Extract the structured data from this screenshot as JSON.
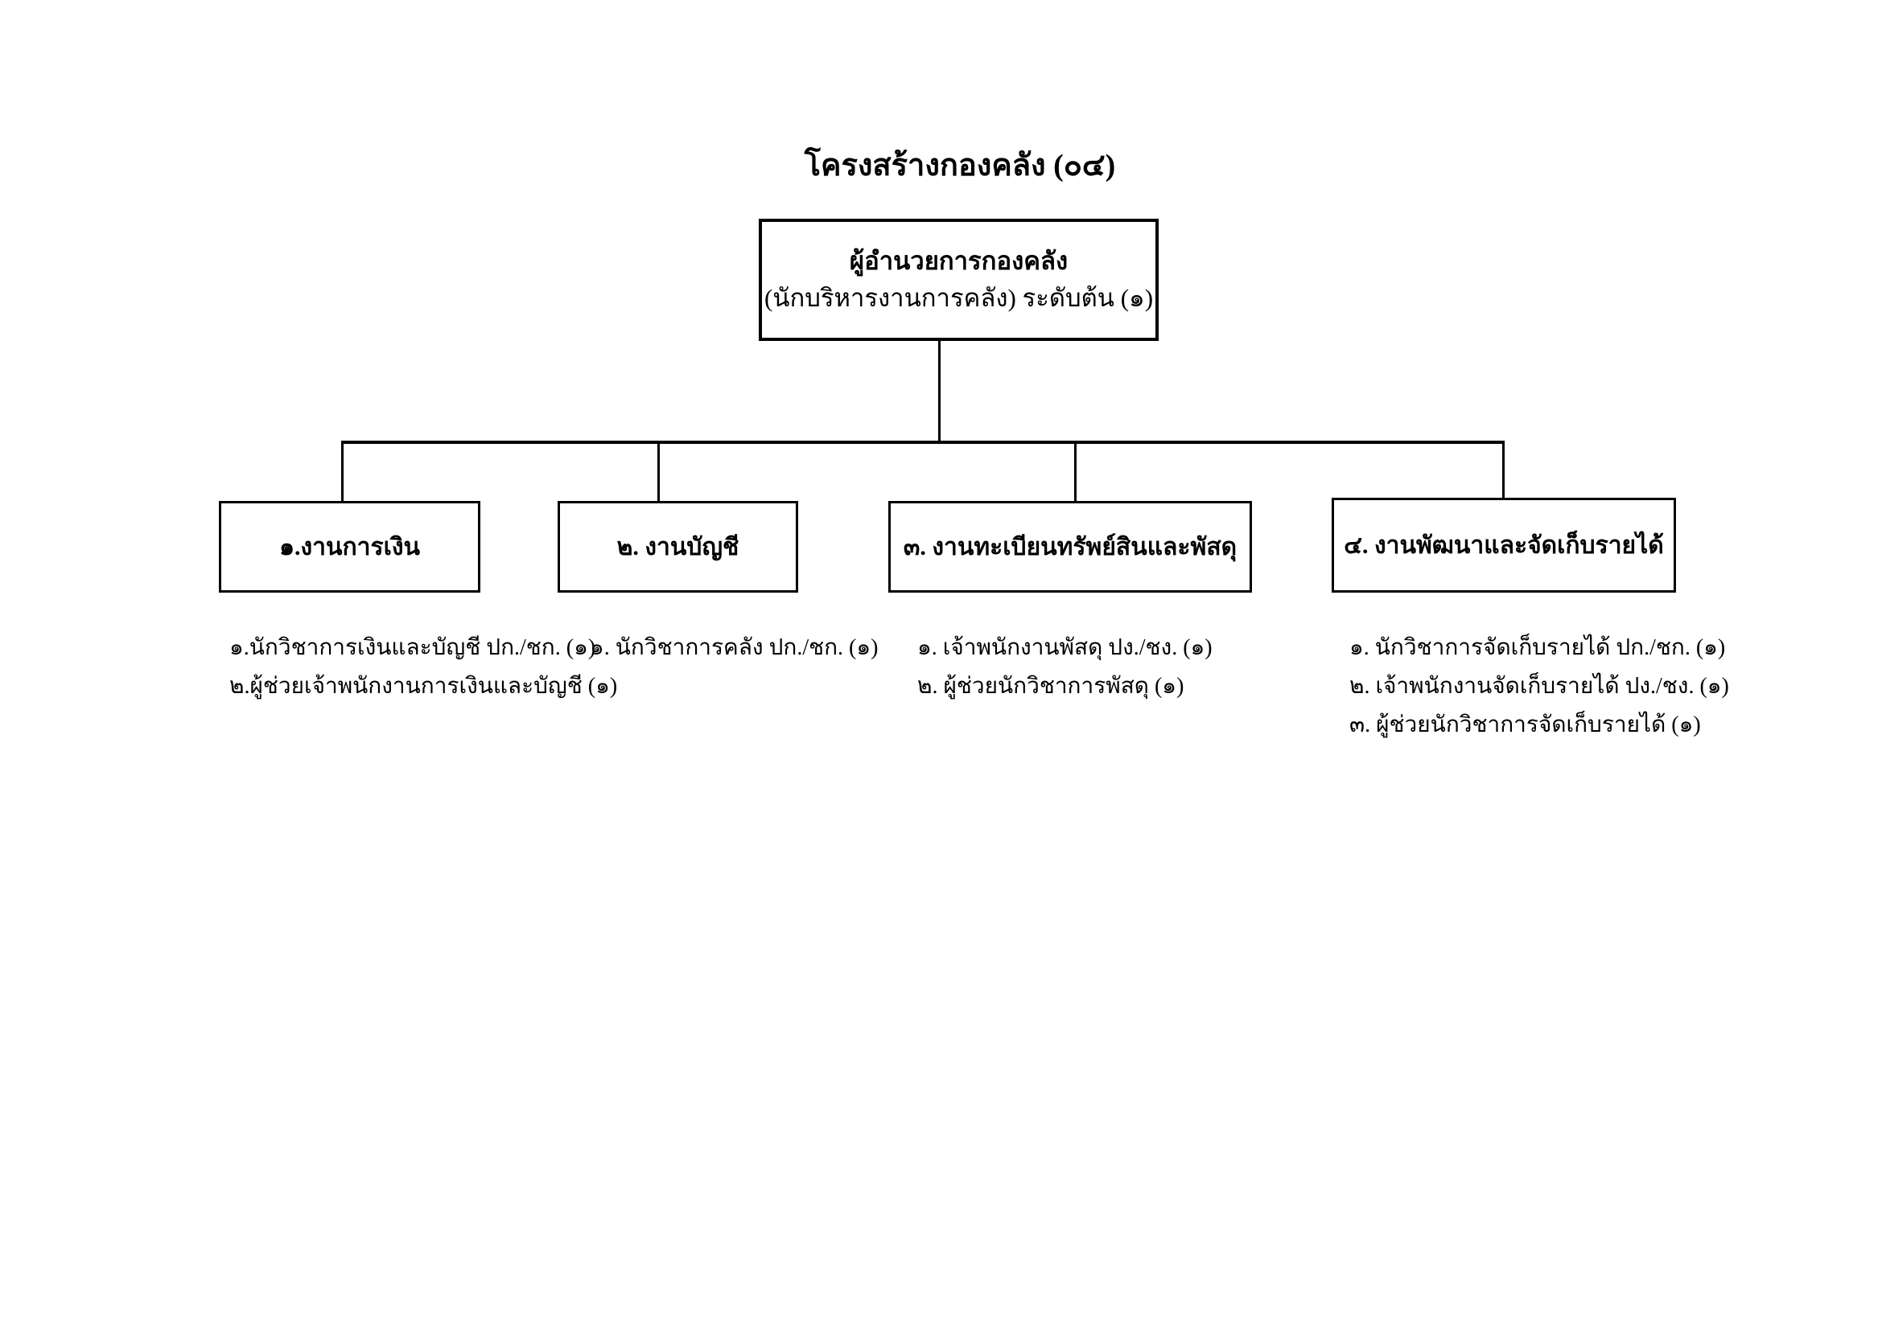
{
  "page": {
    "title": "โครงสร้างกองคลัง (๐๔)"
  },
  "org": {
    "root": {
      "title": "ผู้อำนวยการกองคลัง",
      "subtitle": "(นักบริหารงานการคลัง) ระดับต้น (๑)"
    },
    "departments": [
      {
        "label": "๑.งานการเงิน",
        "positions": [
          "๑.นักวิชาการเงินและบัญชี ปก./ชก. (๑)",
          "๒.ผู้ช่วยเจ้าพนักงานการเงินและบัญชี (๑)"
        ]
      },
      {
        "label": "๒. งานบัญชี",
        "positions": [
          "๑. นักวิชาการคลัง ปก./ชก. (๑)"
        ]
      },
      {
        "label": "๓. งานทะเบียนทรัพย์สินและพัสดุ",
        "positions": [
          "๑. เจ้าพนักงานพัสดุ ปง./ชง. (๑)",
          "๒. ผู้ช่วยนักวิชาการพัสดุ (๑)"
        ]
      },
      {
        "label": "๔. งานพัฒนาและจัดเก็บรายได้",
        "positions": [
          "๑. นักวิชาการจัดเก็บรายได้ ปก./ชก.  (๑)",
          "๒. เจ้าพนักงานจัดเก็บรายได้ ปง./ชง. (๑)",
          "๓. ผู้ช่วยนักวิชาการจัดเก็บรายได้ (๑)"
        ]
      }
    ],
    "colors": {
      "line": "#000000",
      "border": "#000000",
      "background": "#ffffff",
      "text": "#000000"
    }
  }
}
